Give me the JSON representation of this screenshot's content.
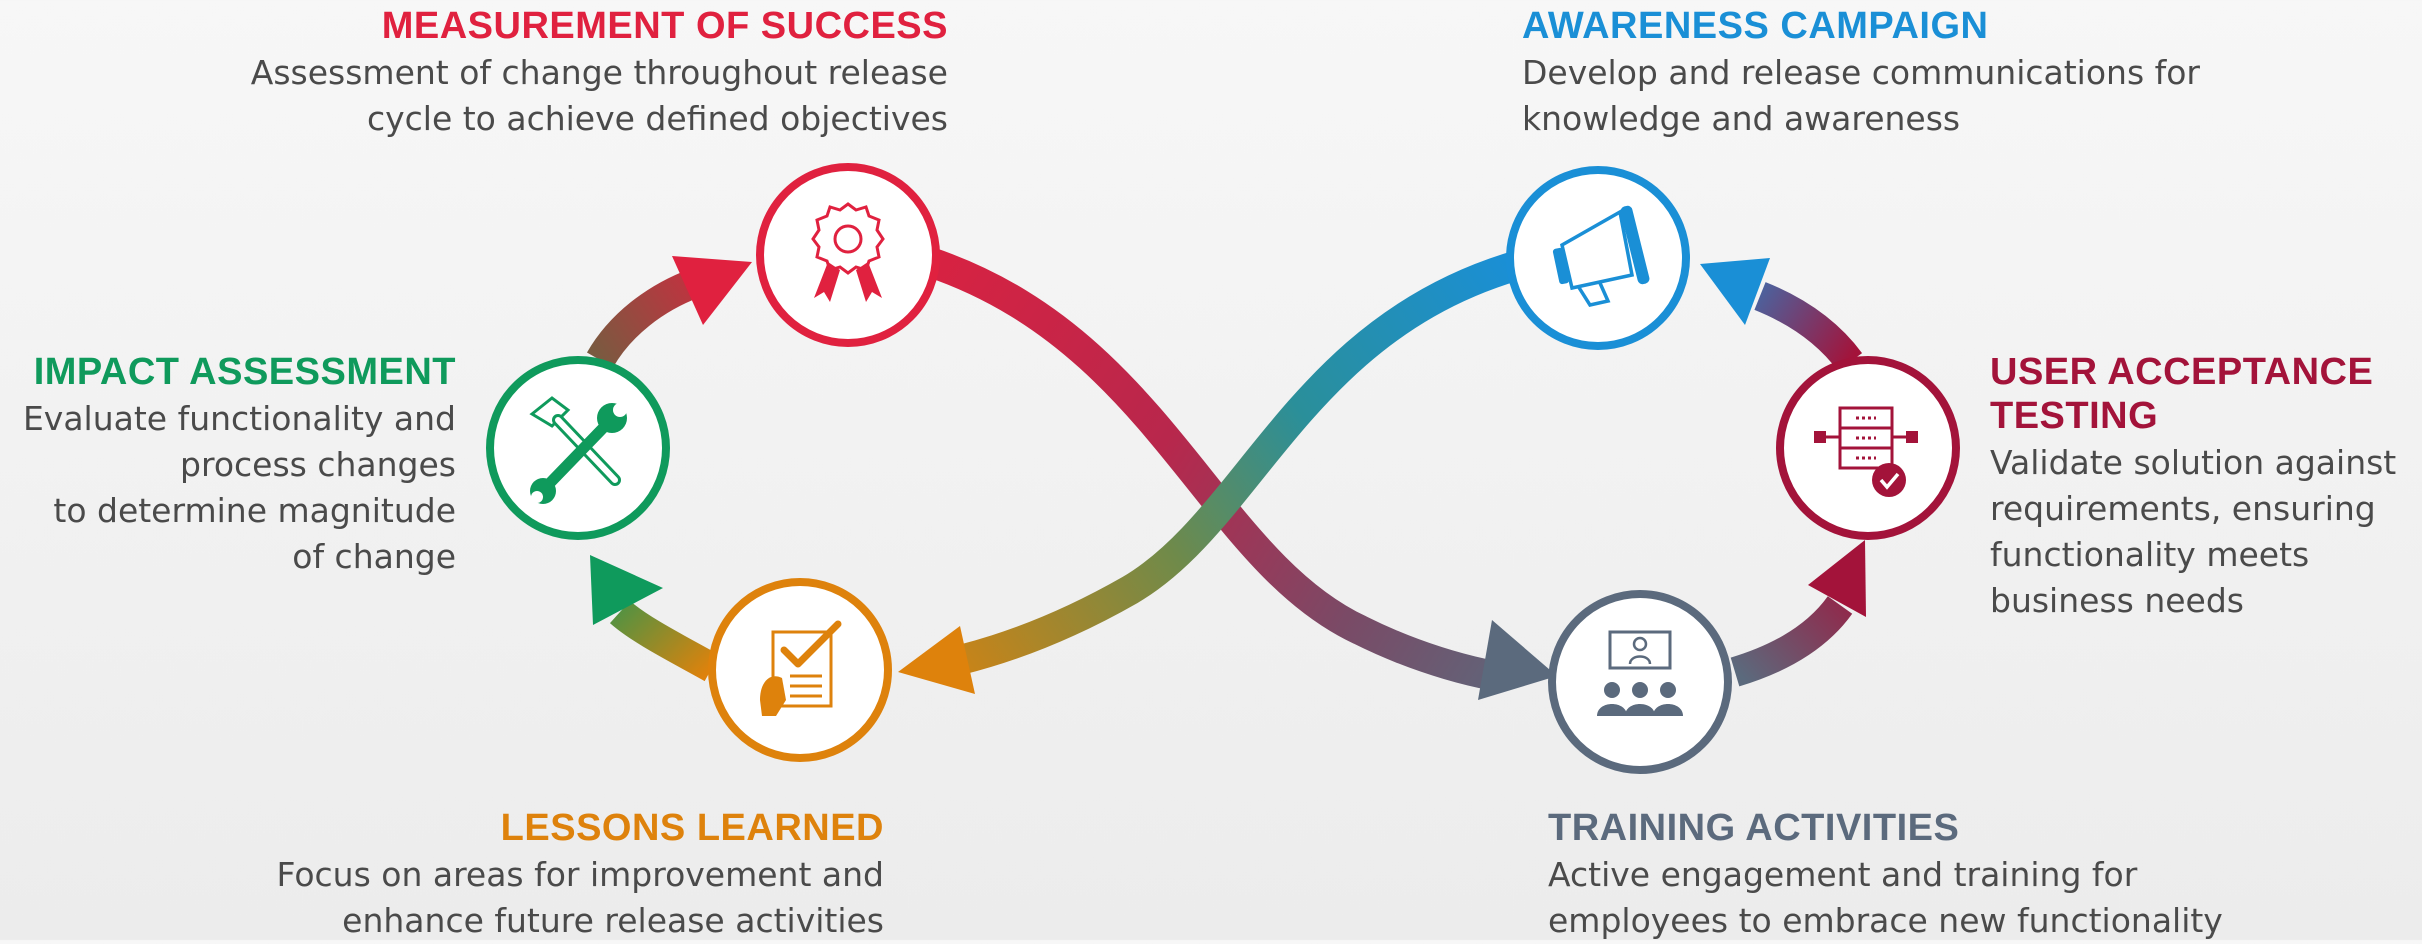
{
  "stages": {
    "measurement": {
      "title": "MEASUREMENT OF SUCCESS",
      "line1": "Assessment of change throughout release",
      "line2": "cycle to achieve defined objectives",
      "color": "#e0213f",
      "icon": "award-ribbon-icon"
    },
    "awareness": {
      "title": "AWARENESS CAMPAIGN",
      "line1": "Develop and release communications for",
      "line2": "knowledge and awareness",
      "color": "#1a8fd6",
      "icon": "megaphone-icon"
    },
    "impact": {
      "title": "IMPACT ASSESSMENT",
      "line1": "Evaluate functionality and",
      "line2": "process changes",
      "line3": "to determine magnitude",
      "line4": "of change",
      "color": "#0f9a5c",
      "icon": "hammer-wrench-icon"
    },
    "uat": {
      "title_line1": "USER ACCEPTANCE",
      "title_line2": "TESTING",
      "line1": "Validate solution against",
      "line2": "requirements, ensuring",
      "line3": "functionality meets",
      "line4": "business needs",
      "color": "#a3133a",
      "icon": "server-check-icon"
    },
    "lessons": {
      "title": "LESSONS LEARNED",
      "line1": "Focus on areas for improvement and",
      "line2": "enhance future release activities",
      "color": "#de820c",
      "icon": "checklist-icon"
    },
    "training": {
      "title": "TRAINING ACTIVITIES",
      "line1": "Active engagement and training for",
      "line2": "employees to embrace new functionality",
      "color": "#5b6a7d",
      "icon": "presentation-audience-icon"
    }
  }
}
